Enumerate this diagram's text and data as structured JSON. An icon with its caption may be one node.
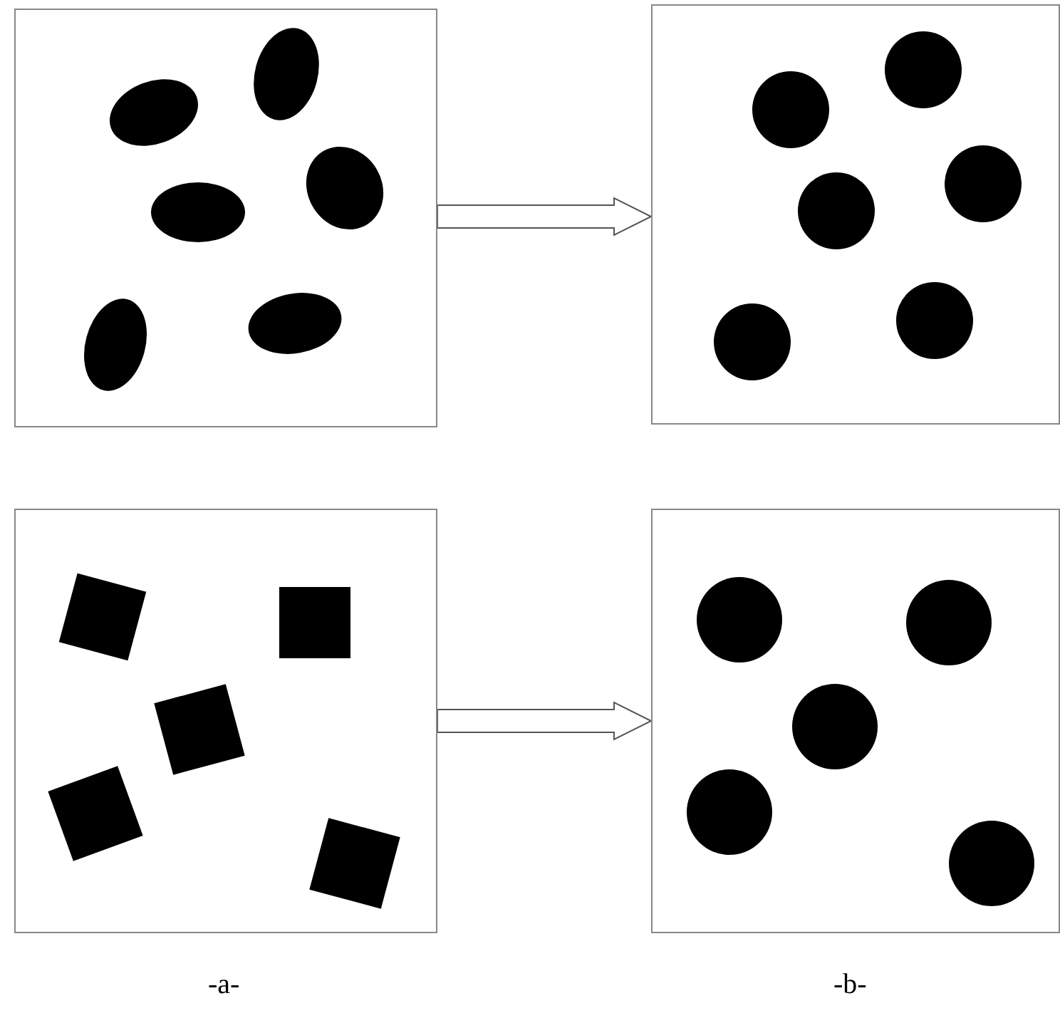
{
  "diagram": {
    "nodes": [
      {
        "text": [],
        "shape": "picture"
      },
      {
        "text": [],
        "shape": "picture"
      },
      {
        "text": [],
        "shape": "picture"
      },
      {
        "text": [],
        "shape": "picture"
      }
    ],
    "edges": [
      {
        "from": 0,
        "to": 1,
        "arrow": "to"
      },
      {
        "from": 2,
        "to": 3,
        "arrow": "to"
      }
    ],
    "labels": [
      "-a-",
      "-b-"
    ]
  }
}
